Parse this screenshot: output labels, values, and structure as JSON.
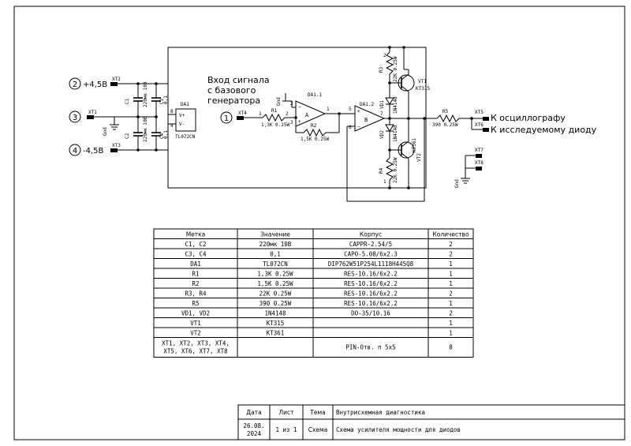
{
  "schematic": {
    "inputs": [
      {
        "num": "2",
        "label": "+4,5В",
        "conn": "XT2"
      },
      {
        "num": "3",
        "label": "",
        "conn": "XT1"
      },
      {
        "num": "4",
        "label": "-4,5В",
        "conn": "XT3"
      }
    ],
    "signal_input": {
      "num": "1",
      "conn": "XT4",
      "caption": [
        "Вход сигнала",
        "с базового",
        "генератора"
      ]
    },
    "caps": {
      "c1": "C1",
      "c1_val": "220мк 10В",
      "c2": "C2",
      "c2_val": "220мк 10В",
      "c3": "C3",
      "c3_val": "0,1",
      "c4": "C4",
      "c4_val": "0,1"
    },
    "gnd": "Gnd",
    "da1": {
      "ref": "DA1",
      "part": "TL072CN",
      "pin8": "8",
      "pin4": "4",
      "vplus": "V+",
      "vminus": "V-"
    },
    "da11": {
      "ref": "DA1.1",
      "letter": "A",
      "p2": "2",
      "p3": "3",
      "p1": "1"
    },
    "da12": {
      "ref": "DA1.2",
      "letter": "B",
      "p6": "6",
      "p5": "5",
      "p7": "7"
    },
    "r1": {
      "ref": "R1",
      "val": "1,3K 0.25W"
    },
    "r2": {
      "ref": "R2",
      "val": "1,5K 0.25W"
    },
    "r3": {
      "ref": "R3",
      "val": "22K 0.25W"
    },
    "r4": {
      "ref": "R4",
      "val": "22K 0.25W"
    },
    "r5": {
      "ref": "R5",
      "val": "390 0.25W"
    },
    "vd1": {
      "ref": "VD1",
      "part": "1N4148"
    },
    "vd2": {
      "ref": "VD2",
      "part": "1N4148"
    },
    "vt1": {
      "ref": "VT1",
      "part": "KT315"
    },
    "vt2": {
      "ref": "VT2",
      "part": "KT361"
    },
    "outputs": [
      {
        "conn": "XT5",
        "label": "К осциллографу"
      },
      {
        "conn": "XT6",
        "label": "К исследуемому диоду"
      }
    ],
    "gnd_conns": [
      "XT7",
      "XT8"
    ],
    "pin_nums": {
      "one": "1",
      "two": "2"
    }
  },
  "bom": {
    "headers": [
      "Метка",
      "Значение",
      "Корпус",
      "Количество"
    ],
    "rows": [
      [
        "C1, C2",
        "220мк 10В",
        "CAPPR-2.54/5",
        "2"
      ],
      [
        "C3, C4",
        "0,1",
        "CAPO-5.08/6x2.3",
        "2"
      ],
      [
        "DA1",
        "TL072CN",
        "DIP762W51P254L1118H445Q8",
        "1"
      ],
      [
        "R1",
        "1,3K 0.25W",
        "RES-10.16/6x2.2",
        "1"
      ],
      [
        "R2",
        "1,5K 0.25W",
        "RES-10.16/6x2.2",
        "1"
      ],
      [
        "R3, R4",
        "22K 0.25W",
        "RES-10.16/6x2.2",
        "2"
      ],
      [
        "R5",
        "390 0.25W",
        "RES-10.16/6x2.2",
        "1"
      ],
      [
        "VD1, VD2",
        "1N4148",
        "DO-35/10.16",
        "2"
      ],
      [
        "VT1",
        "KT315",
        "",
        "1"
      ],
      [
        "VT2",
        "KT361",
        "",
        "1"
      ]
    ],
    "last_row": {
      "label_line1": "XT1, XT2, XT3, XT4,",
      "label_line2": "XT5, XT6, XT7, XT8",
      "value": "",
      "package": "PIN-Отв. п 5x5",
      "qty": "8"
    }
  },
  "title_block": {
    "h_date": "Дата",
    "h_sheet": "Лист",
    "h_topic": "Тема",
    "topic": "Внутрисхемная диагностика",
    "date_line1": "26.08.",
    "date_line2": "2024",
    "sheet": "1 из 1",
    "h_scheme": "Схема",
    "scheme": "Схема усилителя мощности для диодов"
  }
}
